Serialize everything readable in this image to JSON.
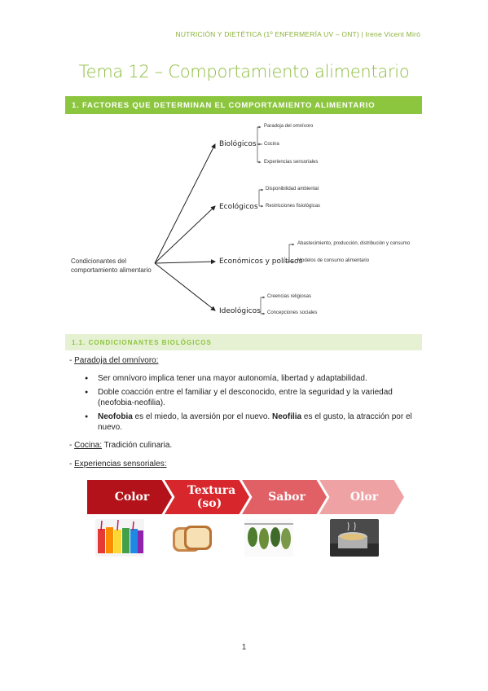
{
  "header": {
    "text": "NUTRICIÓN Y DIETÉTICA (1º ENFERMERÍA UV – ONT) | Irene Vicent Miró"
  },
  "title": "Tema 12 – Comportamiento alimentario",
  "section1": {
    "heading": "1. FACTORES QUE DETERMINAN EL COMPORTAMIENTO ALIMENTARIO"
  },
  "diagram": {
    "root": "Condicionantes del comportamiento alimentario",
    "branches": [
      {
        "label": "Biológicos",
        "leaves": [
          "Paradoja del omnívoro",
          "Cocina",
          "Experiencias sensoriales"
        ]
      },
      {
        "label": "Ecológicos",
        "leaves": [
          "Disponibilidad ambiental",
          "Restricciones fisiológicas"
        ]
      },
      {
        "label": "Económicos y políticos",
        "leaves": [
          "Abastecimiento, producción, distribución y consumo",
          "Modelos de consumo alimentario"
        ]
      },
      {
        "label": "Ideológicos",
        "leaves": [
          "Creencias religiosas",
          "Concepciones sociales"
        ]
      }
    ]
  },
  "section11": {
    "heading": "1.1. CONDICIONANTES BIOLÓGICOS",
    "paradoja_prefix": "- ",
    "paradoja_label": "Paradoja del omnívoro:",
    "bullets": {
      "b1": "Ser omnívoro implica tener una mayor autonomía, libertad y adaptabilidad.",
      "b2": "Doble coacción entre el familiar y el desconocido, entre la seguridad y la variedad (neofobia-neofilia).",
      "b3_bold1": "Neofobia",
      "b3_text1": " es el miedo, la aversión por el nuevo. ",
      "b3_bold2": "Neofilia",
      "b3_text2": " es el gusto, la atracción por el nuevo."
    },
    "cocina_prefix": "- ",
    "cocina_label": "Cocina:",
    "cocina_text": " Tradición culinaria.",
    "exp_prefix": "- ",
    "exp_label": "Experiencias sensoriales:"
  },
  "chevrons": [
    {
      "label": "Color",
      "color": "#b3121a"
    },
    {
      "label": "Textura (so)",
      "color": "#d7262c"
    },
    {
      "label": "Sabor",
      "color": "#e06066"
    },
    {
      "label": "Olor",
      "color": "#eea2a4"
    }
  ],
  "images": [
    "colored-drinks-image",
    "bread-slices-image",
    "hanging-herbs-image",
    "cooking-pot-image"
  ],
  "page_number": "1"
}
